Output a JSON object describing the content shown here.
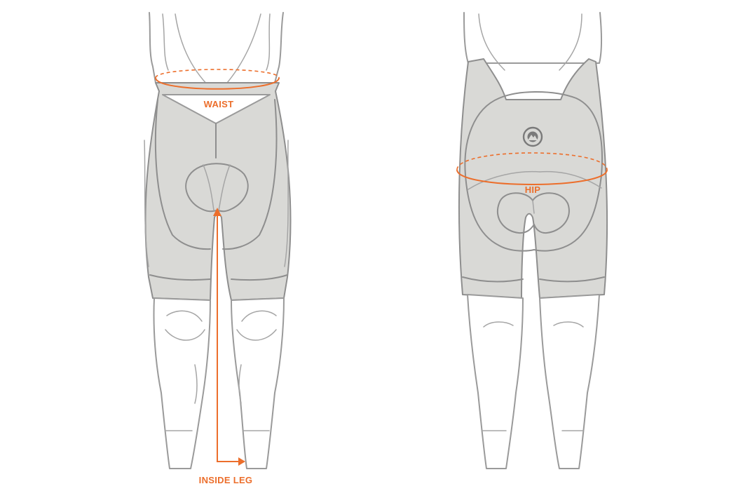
{
  "labels": {
    "waist": "WAIST",
    "hip": "HIP",
    "inside_leg": "INSIDE LEG"
  },
  "colors": {
    "measurement": "#ec6e2b",
    "shorts_fill": "#d9d9d6",
    "outline": "#8e8e8e"
  },
  "icons": {
    "logo": "mountain-circle-logo-icon"
  }
}
